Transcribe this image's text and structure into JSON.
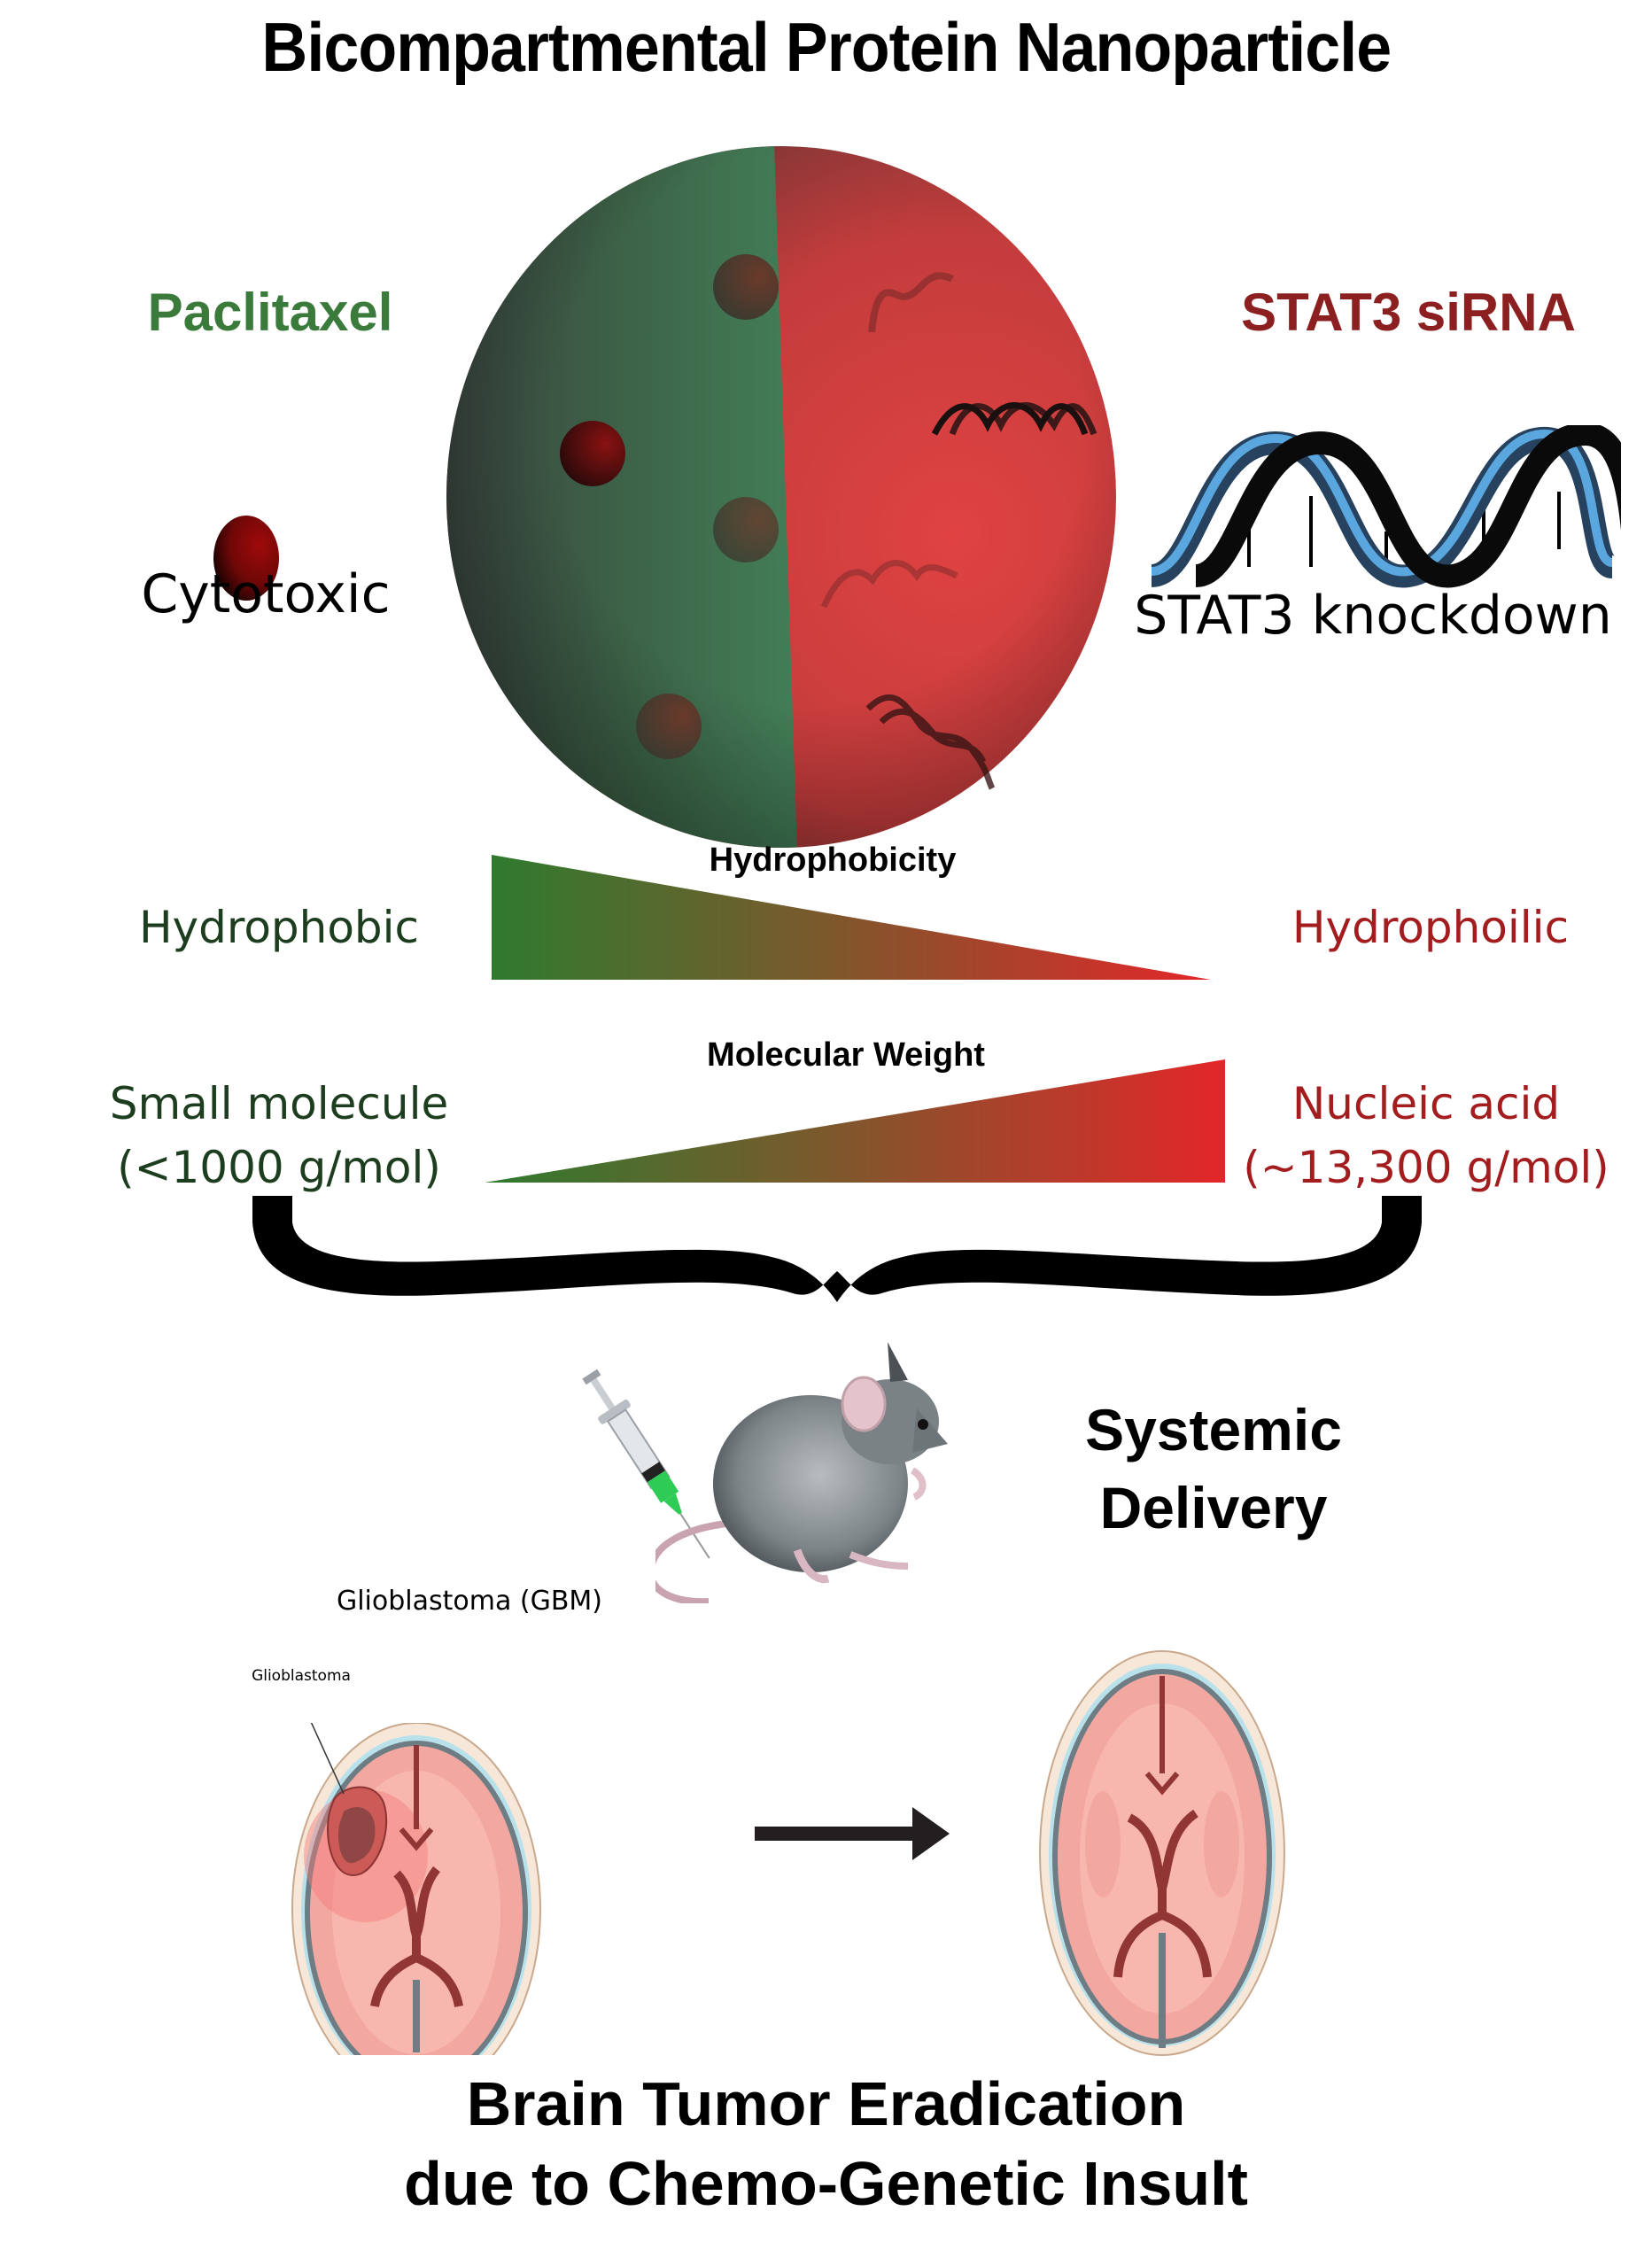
{
  "title": "Bicompartmental Protein Nanoparticle",
  "left_cargo": {
    "name": "Paclitaxel",
    "effect": "Cytotoxic",
    "icon": "drug-sphere-icon"
  },
  "right_cargo": {
    "name": "STAT3 siRNA",
    "effect": "STAT3 knockdown",
    "icon": "double-helix-icon"
  },
  "nanoparticle": {
    "icon": "bicompartmental-sphere",
    "left_color": "#3f6b4c",
    "right_color": "#d53f3f"
  },
  "hydrophobicity": {
    "axis_label": "Hydrophobicity",
    "left_label": "Hydrophobic",
    "right_label": "Hydrophoilic"
  },
  "molecular_weight": {
    "axis_label": "Molecular Weight",
    "left_label_line1": "Small molecule",
    "left_label_line2": "(<1000 g/mol)",
    "right_label_line1": "Nucleic acid",
    "right_label_line2": "(~13,300 g/mol)"
  },
  "delivery": {
    "line1": "Systemic",
    "line2": "Delivery",
    "icons": [
      "syringe-icon",
      "mouse-icon"
    ]
  },
  "brain_panel": {
    "heading": "Glioblastoma (GBM)",
    "tumor_label": "Glioblastoma"
  },
  "conclusion": {
    "line1": "Brain Tumor Eradication",
    "line2": "due to Chemo-Genetic Insult"
  },
  "colors": {
    "green": "#3a7a3a",
    "dark_green": "#1d3d1f",
    "red": "#8c2020",
    "dark_red": "#a31c1e",
    "gradient_green": "#2f7a2f",
    "gradient_red": "#e3262a"
  }
}
